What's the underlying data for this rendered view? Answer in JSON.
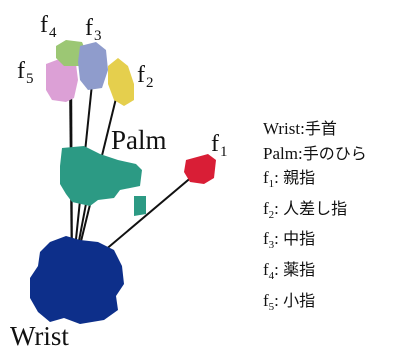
{
  "colors": {
    "wrist": "#0d2f8a",
    "palm": "#2c9a84",
    "f1": "#d91e36",
    "f2": "#e5cf4d",
    "f3": "#8f9ccc",
    "f4": "#9cc774",
    "f5": "#dca0d6",
    "line": "#111111"
  },
  "labels": {
    "wrist": "Wrist",
    "palm": "Palm",
    "f1": {
      "base": "f",
      "sub": "1"
    },
    "f2": {
      "base": "f",
      "sub": "2"
    },
    "f3": {
      "base": "f",
      "sub": "3"
    },
    "f4": {
      "base": "f",
      "sub": "4"
    },
    "f5": {
      "base": "f",
      "sub": "5"
    }
  },
  "legend": [
    {
      "base": "Wrist",
      "sub": "",
      "sep": ":",
      "meaning": "手首"
    },
    {
      "base": "Palm",
      "sub": "",
      "sep": ":",
      "meaning": "手のひら"
    },
    {
      "base": "f",
      "sub": "1",
      "sep": ": ",
      "meaning": "親指"
    },
    {
      "base": "f",
      "sub": "2",
      "sep": ": ",
      "meaning": "人差し指"
    },
    {
      "base": "f",
      "sub": "3",
      "sep": ": ",
      "meaning": "中指"
    },
    {
      "base": "f",
      "sub": "4",
      "sep": ": ",
      "meaning": "薬指"
    },
    {
      "base": "f",
      "sub": "5",
      "sep": ": ",
      "meaning": "小指"
    }
  ]
}
